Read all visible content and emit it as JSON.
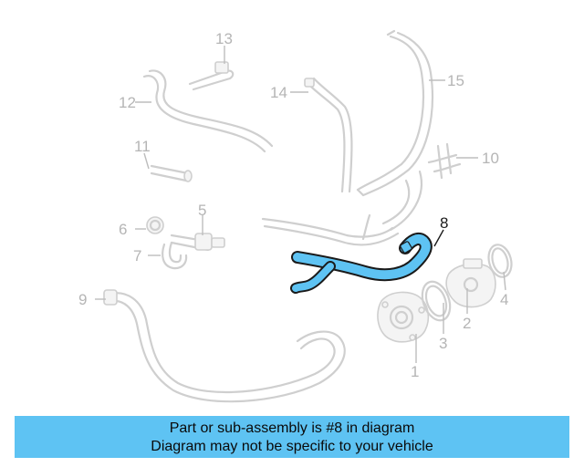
{
  "diagram": {
    "highlight_color": "#5ec3f3",
    "callouts": [
      {
        "id": "1",
        "label": "1"
      },
      {
        "id": "2",
        "label": "2"
      },
      {
        "id": "3",
        "label": "3"
      },
      {
        "id": "4",
        "label": "4"
      },
      {
        "id": "5",
        "label": "5"
      },
      {
        "id": "6",
        "label": "6"
      },
      {
        "id": "7",
        "label": "7"
      },
      {
        "id": "8",
        "label": "8",
        "highlighted": true
      },
      {
        "id": "9",
        "label": "9"
      },
      {
        "id": "10",
        "label": "10"
      },
      {
        "id": "11",
        "label": "11"
      },
      {
        "id": "12",
        "label": "12"
      },
      {
        "id": "13",
        "label": "13"
      },
      {
        "id": "14",
        "label": "14"
      },
      {
        "id": "15",
        "label": "15"
      }
    ]
  },
  "banner": {
    "line1": "Part or sub-assembly is #8 in diagram",
    "line2": "Diagram may not be specific to your vehicle",
    "background": "#5ec3f3"
  }
}
